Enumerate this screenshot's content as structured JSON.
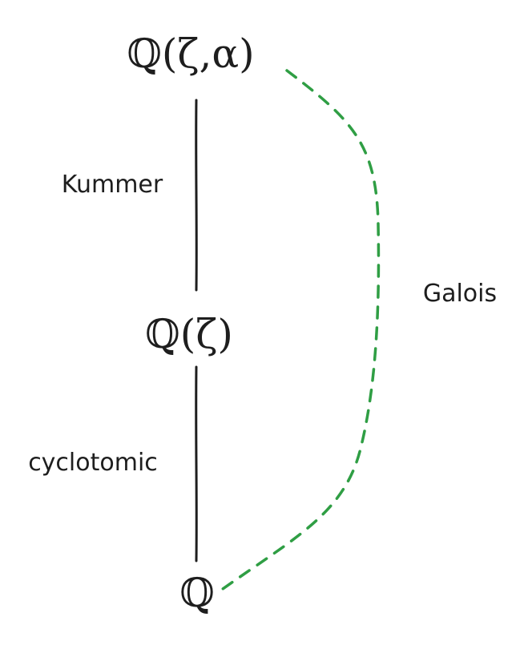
{
  "nodes": {
    "top": "ℚ(ζ,α)",
    "middle": "ℚ(ζ)",
    "bottom": "ℚ"
  },
  "edges": {
    "upper": "Kummer",
    "lower": "cyclotomic",
    "galois": "Galois"
  },
  "colors": {
    "ink": "#1e1e1e",
    "galois_stroke": "#2f9e44"
  }
}
